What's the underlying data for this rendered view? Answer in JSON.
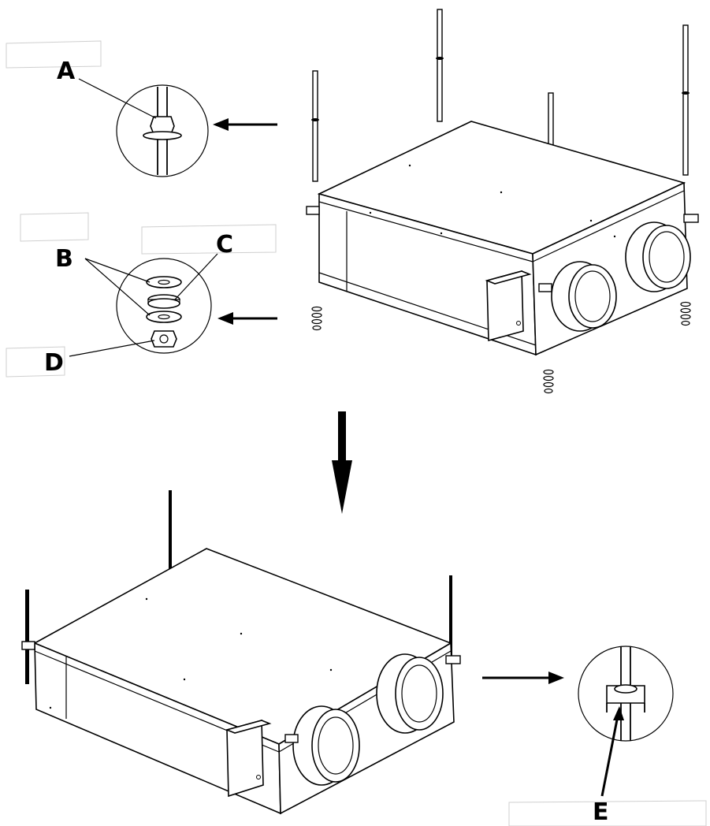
{
  "diagram": {
    "callouts": {
      "a": "A",
      "b": "B",
      "c": "C",
      "d": "D",
      "e": "E"
    }
  }
}
